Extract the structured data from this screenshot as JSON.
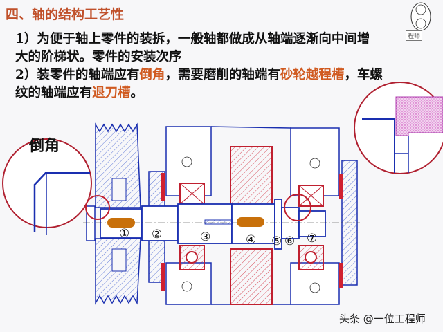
{
  "title": "四、轴的结构工艺性",
  "point1_line1": "1）为便于轴上零件的装拆，一般轴都做成从轴端逐渐向中间增",
  "point1_line2": "大的阶梯状。零件的安装次序",
  "point2_a": "2）装零件的轴端应有",
  "point2_h1": "倒角",
  "point2_b": "，需要磨削的轴端有",
  "point2_h2": "砂轮越程槽",
  "point2_c": "，车螺",
  "point2_d": "纹的轴端应有",
  "point2_h3": "退刀槽",
  "point2_e": "。",
  "diagram": {
    "chamfer_label": "倒角",
    "part_labels": [
      "①",
      "②",
      "③",
      "④",
      "⑤",
      "⑥",
      "⑦"
    ]
  },
  "logo_text": "程师",
  "watermark": "头条 @一位工程师",
  "colors": {
    "title": "#c0502a",
    "highlight": "#d05a20",
    "outline": "#1a2fb0",
    "part": "#d02030",
    "key": "#c8700a"
  }
}
